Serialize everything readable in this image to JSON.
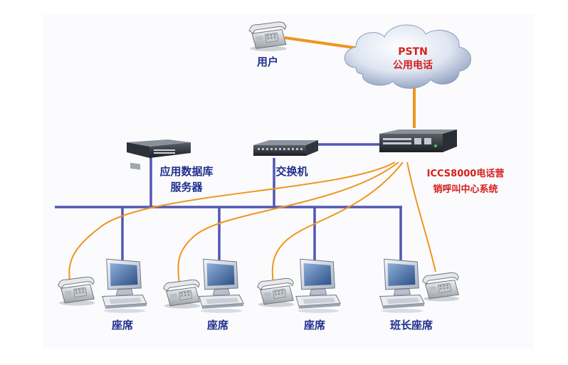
{
  "labels": {
    "user": "用户",
    "pstn_line1": "PSTN",
    "pstn_line2": "公用电话",
    "db_server_line1": "应用数据库",
    "db_server_line2": "服务器",
    "switch": "交换机",
    "iccs_line1": "ICCS8000电话营",
    "iccs_line2": "销呼叫中心系统",
    "seat1": "座席",
    "seat2": "座席",
    "seat3": "座席",
    "seat4": "班长座席"
  },
  "colors": {
    "network_line": "#5258b0",
    "phone_cable": "#f0951e",
    "label_blue": "#1f2f8c",
    "label_red": "#d61f1f"
  },
  "icons": [
    "telephone-icon",
    "cloud-icon",
    "server-icon",
    "switch-icon",
    "computer-icon"
  ]
}
